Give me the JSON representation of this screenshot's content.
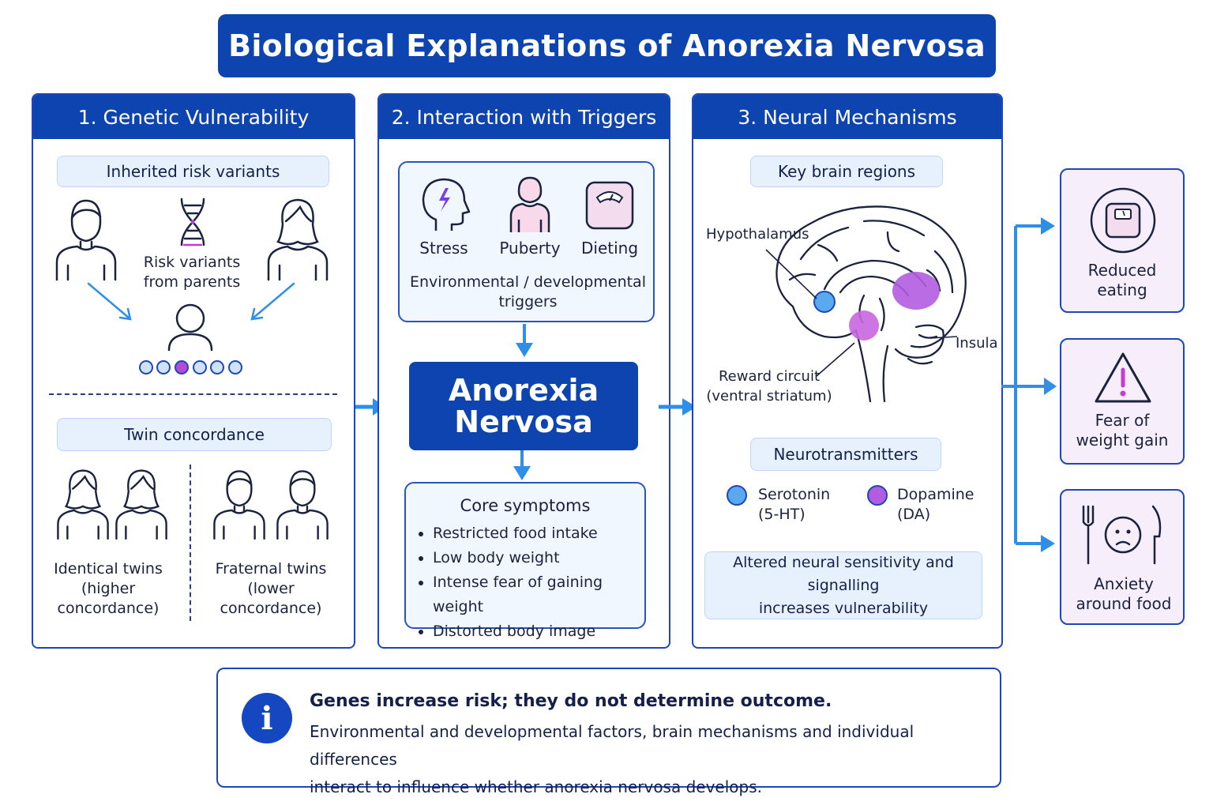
{
  "title": "Biological Explanations of Anorexia Nervosa",
  "panel1": {
    "heading": "1. Genetic Vulnerability",
    "inherited_label": "Inherited risk variants",
    "risk_text_line1": "Risk variants",
    "risk_text_line2": "from parents",
    "twin_label": "Twin concordance",
    "identical_line1": "Identical twins",
    "identical_line2": "(higher concordance)",
    "fraternal_line1": "Fraternal twins",
    "fraternal_line2": "(lower concordance)"
  },
  "panel2": {
    "heading": "2. Interaction with Triggers",
    "triggers": [
      {
        "label": "Stress",
        "icon": "stress-head-icon"
      },
      {
        "label": "Puberty",
        "icon": "puberty-person-icon"
      },
      {
        "label": "Dieting",
        "icon": "scale-icon"
      }
    ],
    "triggers_caption_line1": "Environmental / developmental",
    "triggers_caption_line2": "triggers",
    "condition_line1": "Anorexia",
    "condition_line2": "Nervosa",
    "symptoms_heading": "Core symptoms",
    "symptoms": [
      "Restricted food intake",
      "Low body weight",
      "Intense fear of gaining weight",
      "Distorted body image"
    ]
  },
  "panel3": {
    "heading": "3. Neural Mechanisms",
    "regions_label": "Key brain regions",
    "hypothalamus": "Hypothalamus",
    "insula": "Insula",
    "reward_line1": "Reward circuit",
    "reward_line2": "(ventral striatum)",
    "neuro_label": "Neurotransmitters",
    "serotonin_line1": "Serotonin",
    "serotonin_line2": "(5-HT)",
    "dopamine_line1": "Dopamine",
    "dopamine_line2": "(DA)",
    "altered_line1": "Altered neural sensitivity and signalling",
    "altered_line2": "increases vulnerability"
  },
  "outcomes": [
    {
      "line1": "Reduced",
      "line2": "eating",
      "icon": "scale-icon"
    },
    {
      "line1": "Fear of",
      "line2": "weight gain",
      "icon": "warning-icon"
    },
    {
      "line1": "Anxiety",
      "line2": "around food",
      "icon": "anxious-face-cutlery-icon"
    }
  ],
  "info": {
    "heading": "Genes increase risk; they do not determine outcome.",
    "line1": "Environmental and developmental factors, brain mechanisms and individual differences",
    "line2": "interact to influence whether anorexia nervosa develops."
  },
  "colors": {
    "primary": "#0d44b0",
    "arrow": "#2f8ee8",
    "serotonin": "#5aa9ef",
    "dopamine": "#b35ce0",
    "pill_bg": "#e7f1fd",
    "outcome_bg": "#f7eefb"
  }
}
